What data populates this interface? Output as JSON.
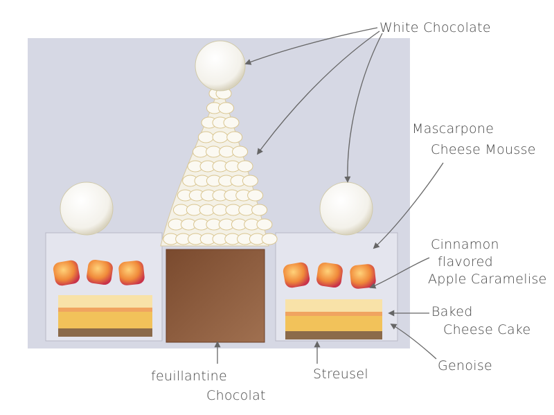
{
  "labels": {
    "white_chocolate": "White Chocolate",
    "mascarpone_line1": "Mascarpone",
    "mascarpone_line2": "Cheese Mousse",
    "apple_line1": "Cinnamon",
    "apple_line2": "flavored",
    "apple_line3": "Apple Caramelise",
    "cheesecake_line1": "Baked",
    "cheesecake_line2": "Cheese Cake",
    "genoise": "Genoise",
    "streusel": "Streusel",
    "feuillantine_line1": "feuillantine",
    "feuillantine_line2": "Chocolat"
  },
  "colors": {
    "background_panel": "#d6d8e4",
    "chocolate_base": "#8a5a3c",
    "apple": "#e0603a",
    "sponge": "#f2c25a",
    "streusel": "#8b6a4a",
    "ink": "#555555"
  }
}
